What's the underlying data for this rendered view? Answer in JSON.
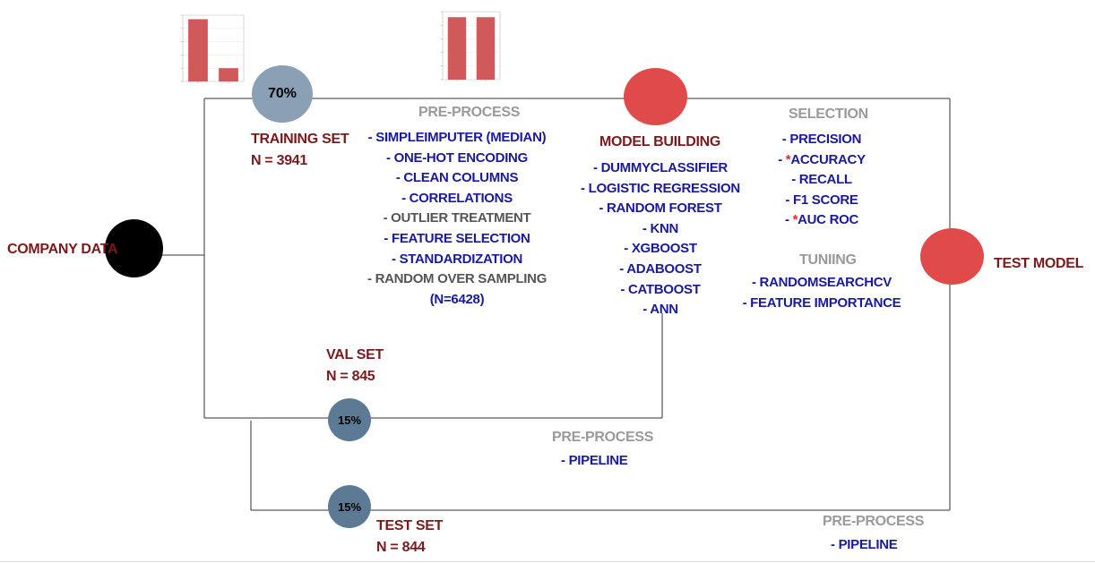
{
  "company": {
    "label": "COMPANY DATA"
  },
  "training": {
    "percent": "70%",
    "title": "TRAINING SET",
    "count": "N = 3941"
  },
  "validation": {
    "percent": "15%",
    "title": "VAL SET",
    "count": "N = 845"
  },
  "test": {
    "percent": "15%",
    "title": "TEST SET",
    "count": "N = 844"
  },
  "preprocess_main": {
    "title": "PRE-PROCESS",
    "items": [
      "- SIMPLEIMPUTER (MEDIAN)",
      "- ONE-HOT ENCODING",
      "- CLEAN COLUMNS",
      "- CORRELATIONS",
      "- OUTLIER TREATMENT",
      "- FEATURE SELECTION",
      "- STANDARDIZATION",
      "- RANDOM OVER SAMPLING",
      "(N=6428)"
    ]
  },
  "model_building": {
    "title": "MODEL BUILDING",
    "items": [
      "- DUMMYCLASSIFIER",
      "- LOGISTIC REGRESSION",
      "- RANDOM FOREST",
      "- KNN",
      "- XGBOOST",
      "- ADABOOST",
      "- CATBOOST",
      "- ANN"
    ]
  },
  "selection": {
    "title": "SELECTION",
    "items": [
      "- PRECISION",
      "- ",
      "ACCURACY",
      "- RECALL",
      "- F1 SCORE",
      "- ",
      "AUC ROC"
    ],
    "star": "*"
  },
  "tuning": {
    "title": "TUNIING",
    "items": [
      "- RANDOMSEARCHCV",
      "- FEATURE IMPORTANCE"
    ]
  },
  "preprocess_val": {
    "title": "PRE-PROCESS",
    "items": [
      "- PIPELINE"
    ]
  },
  "preprocess_test": {
    "title": "PRE-PROCESS",
    "items": [
      "- PIPELINE"
    ]
  },
  "test_model": {
    "label": "TEST MODEL"
  },
  "colors": {
    "company_circle": "#000000",
    "training_circle": "#8aa0b5",
    "split_circle": "#5d7a94",
    "model_circle": "#e04a4a",
    "test_model_circle": "#e04a4a",
    "bar": "#d05a5a"
  },
  "chart_data": [
    {
      "type": "bar",
      "title": "",
      "categories": [
        "",
        ""
      ],
      "values": [
        470,
        100
      ],
      "ylim": [
        0,
        500
      ],
      "grid": true
    },
    {
      "type": "bar",
      "title": "",
      "categories": [
        "",
        ""
      ],
      "values": [
        3214,
        3214
      ],
      "ylim": [
        0,
        3500
      ],
      "grid": true
    }
  ]
}
